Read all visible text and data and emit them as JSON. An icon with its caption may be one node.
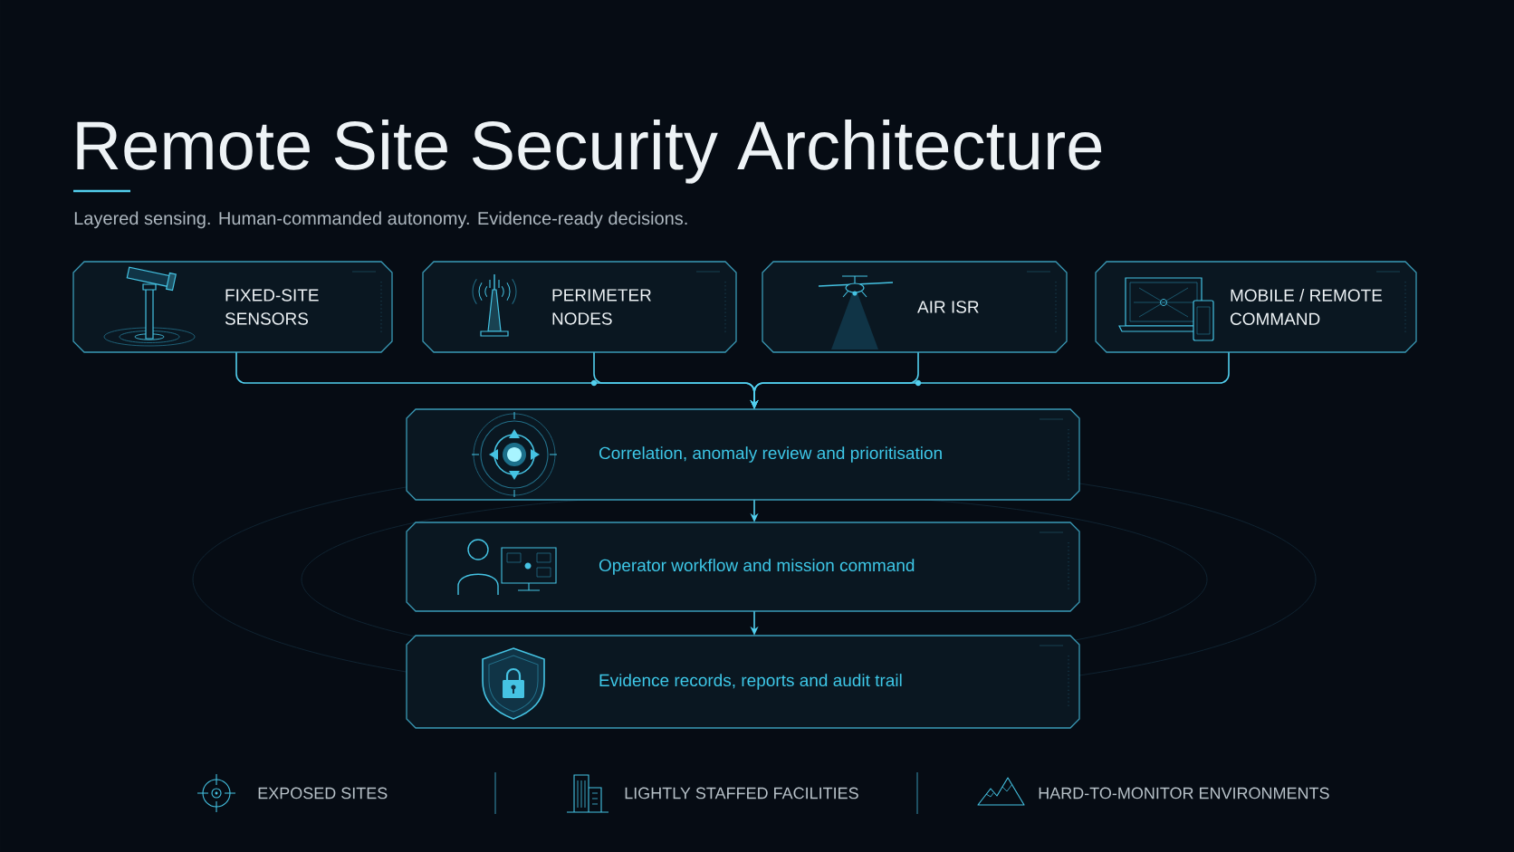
{
  "diagram": {
    "title": "Remote Site Security Architecture",
    "nodes": [
      {
        "text": [
          "FIXED-SITE SENSORS"
        ]
      },
      {
        "text": [
          "PERIMETER NODES"
        ]
      },
      {
        "text": [
          "AIR ISR"
        ]
      },
      {
        "text": [
          "MOBILE / REMOTE COMMAND"
        ]
      },
      {
        "text": [
          "Correlation, anomaly review and prioritisation"
        ]
      },
      {
        "text": [
          "Operator workflow and mission command"
        ]
      },
      {
        "text": [
          "Evidence records, reports and audit trail"
        ]
      }
    ],
    "edges": [
      {
        "from": 0,
        "to": 4,
        "arrow": "to"
      },
      {
        "from": 1,
        "to": 4,
        "arrow": "to"
      },
      {
        "from": 2,
        "to": 4,
        "arrow": "to"
      },
      {
        "from": 3,
        "to": 4,
        "arrow": "to"
      },
      {
        "from": 4,
        "to": 5,
        "arrow": "to"
      },
      {
        "from": 5,
        "to": 6,
        "arrow": "to"
      }
    ],
    "labels": [
      "Layered sensing. Human-commanded autonomy. Evidence-ready decisions.",
      "EXPOSED SITES",
      "LIGHTLY STAFFED FACILITIES",
      "HARD-TO-MONITOR ENVIRONMENTS"
    ]
  }
}
